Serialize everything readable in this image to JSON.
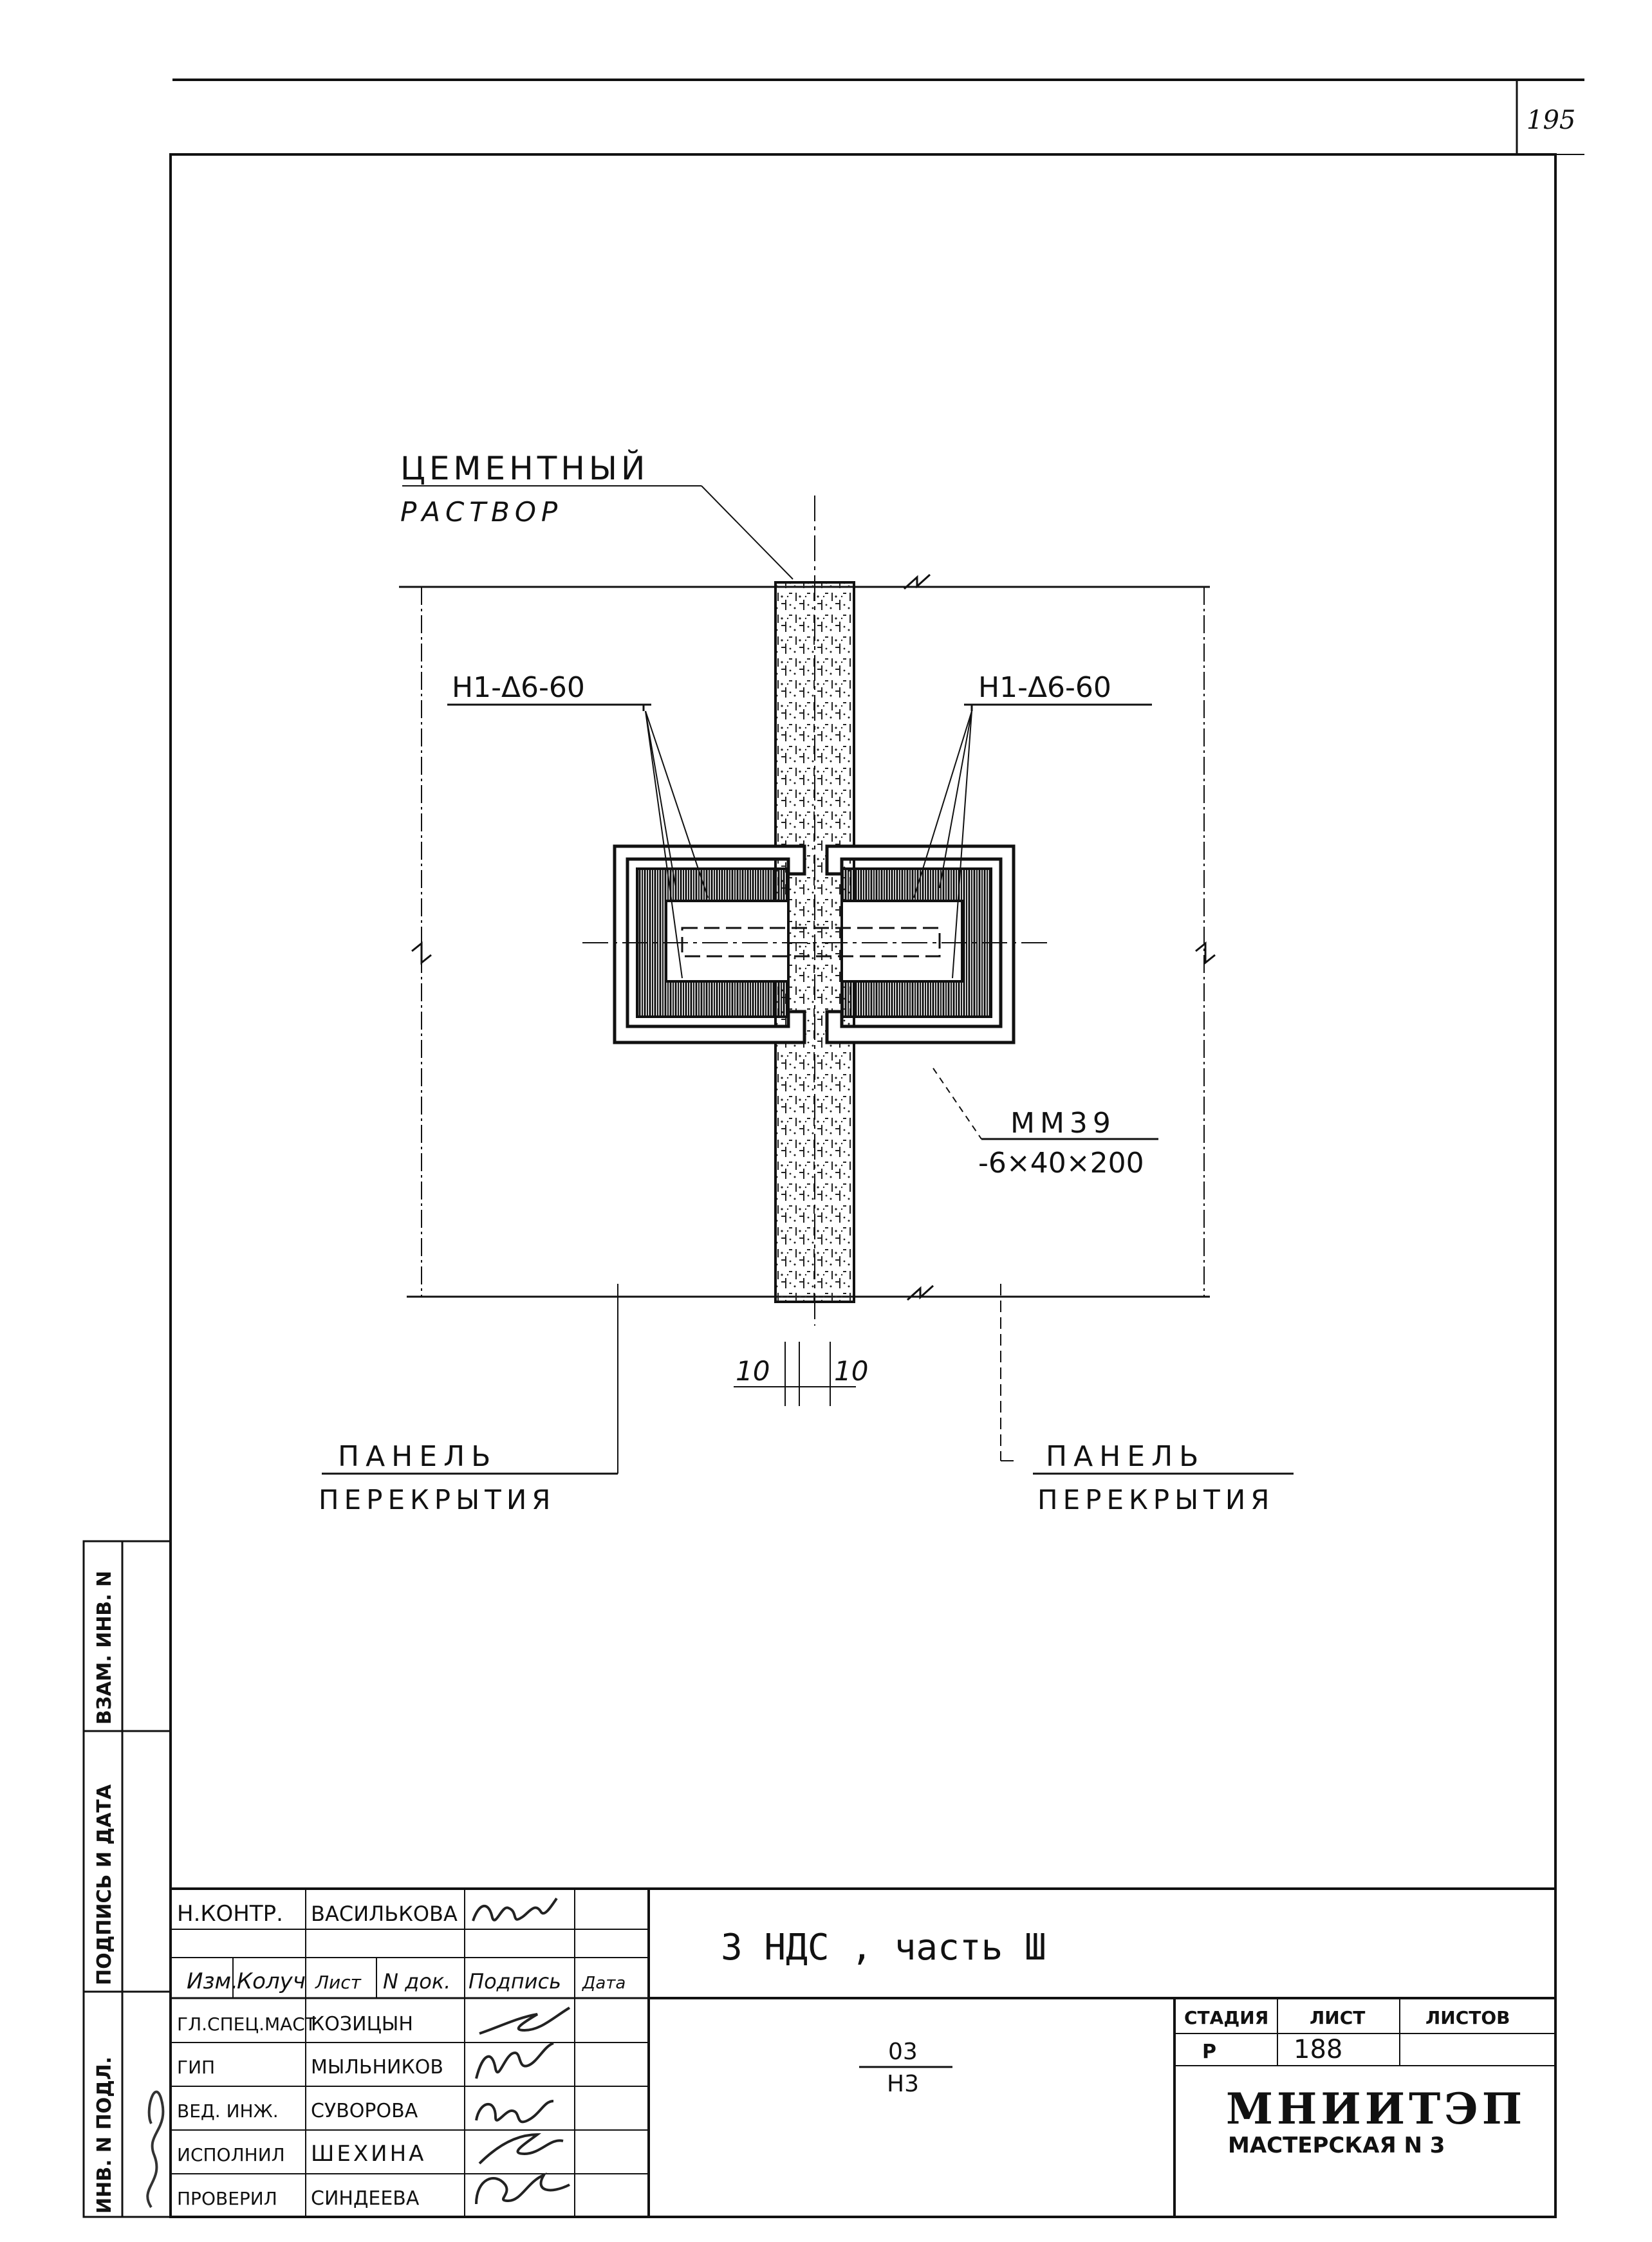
{
  "page_number": "195",
  "drawing": {
    "label_mortar_line1": "ЦЕМЕНТНЫЙ",
    "label_mortar_line2": "РАСТВОР",
    "label_left_tie": "Н1-Δ6-60",
    "label_right_tie": "Н1-Δ6-60",
    "label_plate_mark": "ММ39",
    "label_plate_size": "-6×40×200",
    "dim_left": "10",
    "dim_right": "10",
    "label_left_panel_line1": "ПАНЕЛЬ",
    "label_left_panel_line2": "ПЕРЕКРЫТИЯ",
    "label_right_panel_line1": "ПАНЕЛЬ",
    "label_right_panel_line2": "ПЕРЕКРЫТИЯ"
  },
  "side_stamp": {
    "col1": "ИНВ. N ПОДЛ.",
    "col2": "ПОДПИСЬ И ДАТА",
    "col3": "ВЗАМ. ИНВ. N"
  },
  "title_block": {
    "control_role": "Н.КОНТР.",
    "control_name": "ВАСИЛЬКОВА",
    "hdr_izm": "Изм.",
    "hdr_koluch": "Колуч",
    "hdr_list": "Лист",
    "hdr_ndok": "N док.",
    "hdr_podpis": "Подпись",
    "hdr_data": "Дата",
    "project_title": "3 НДС , часть Ш",
    "doc_code_top": "03",
    "doc_code_bottom": "Н3",
    "stadia_label": "СТАДИЯ",
    "list_label": "ЛИСТ",
    "listov_label": "ЛИСТОВ",
    "stadia_value": "Р",
    "list_value": "188",
    "listov_value": "",
    "org_name": "МНИИТЭП",
    "org_sub": "МАСТЕРСКАЯ N 3",
    "staff": [
      {
        "role": "ГЛ.СПЕЦ.МАСТ",
        "name": "КОЗИЦЫН"
      },
      {
        "role": "ГИП",
        "name": "МЫЛЬНИКОВ"
      },
      {
        "role": "ВЕД. ИНЖ.",
        "name": "СУВОРОВА"
      },
      {
        "role": "ИСПОЛНИЛ",
        "name": "ШЕХИНА"
      },
      {
        "role": "ПРОВЕРИЛ",
        "name": "СИНДЕЕВА"
      }
    ]
  }
}
